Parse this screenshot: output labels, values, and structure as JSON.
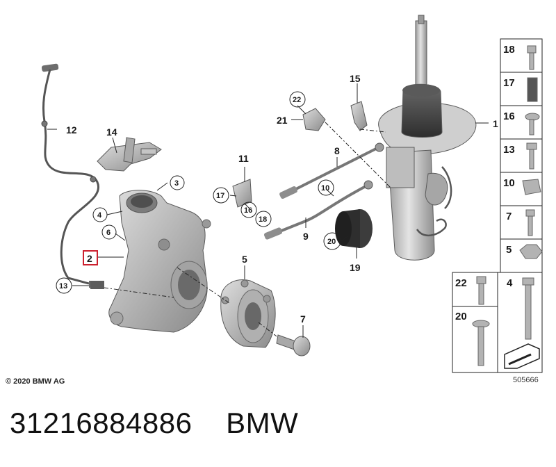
{
  "callouts": {
    "c1": "1",
    "c2": "2",
    "c3": "3",
    "c4": "4",
    "c5": "5",
    "c6": "6",
    "c7": "7",
    "c8": "8",
    "c9": "9",
    "c10": "10",
    "c11": "11",
    "c12": "12",
    "c13": "13",
    "c14": "14",
    "c15": "15",
    "c16": "16",
    "c17": "17",
    "c18": "18",
    "c19": "19",
    "c20": "20",
    "c21": "21",
    "c22": "22"
  },
  "fastener_table": {
    "t18": "18",
    "t17": "17",
    "t16": "16",
    "t13": "13",
    "t10": "10",
    "t7": "7",
    "t5": "5",
    "t22": "22",
    "t4": "4",
    "t20": "20"
  },
  "copyright": "© 2020 BMW AG",
  "diagram_ref": "505666",
  "caption": {
    "part_number": "31216884886",
    "brand": "BMW"
  },
  "colors": {
    "part_fill": "#b9b9b9",
    "part_dark": "#8c8c8c",
    "highlight": "#cc1f2d"
  }
}
